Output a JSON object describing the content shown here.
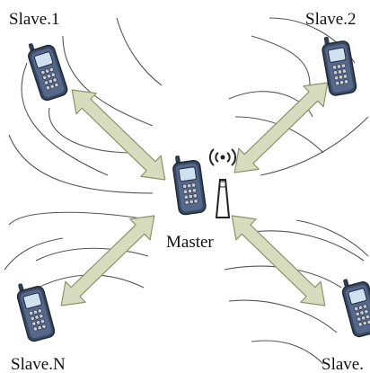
{
  "nodes": {
    "master": {
      "label": "Master"
    },
    "slave_1": {
      "label": "Slave.1"
    },
    "slave_2": {
      "label": "Slave.2"
    },
    "slave_n": {
      "label": "Slave.N"
    },
    "slave_partial": {
      "label": "Slave."
    }
  },
  "links": [
    {
      "from": "slave_1",
      "to": "master",
      "type": "bidirectional"
    },
    {
      "from": "slave_2",
      "to": "master",
      "type": "bidirectional"
    },
    {
      "from": "slave_n",
      "to": "master",
      "type": "bidirectional"
    },
    {
      "from": "slave_partial",
      "to": "master",
      "type": "bidirectional"
    }
  ],
  "icons": {
    "phone": "mobile-phone-icon",
    "antenna": "antenna-icon"
  },
  "colors": {
    "arrow_fill": "#d6dcbd",
    "arrow_stroke": "#8a9468",
    "phone_body": "#3a4a63",
    "phone_screen": "#cfe0f0",
    "keypad": "#c8ccd2"
  }
}
